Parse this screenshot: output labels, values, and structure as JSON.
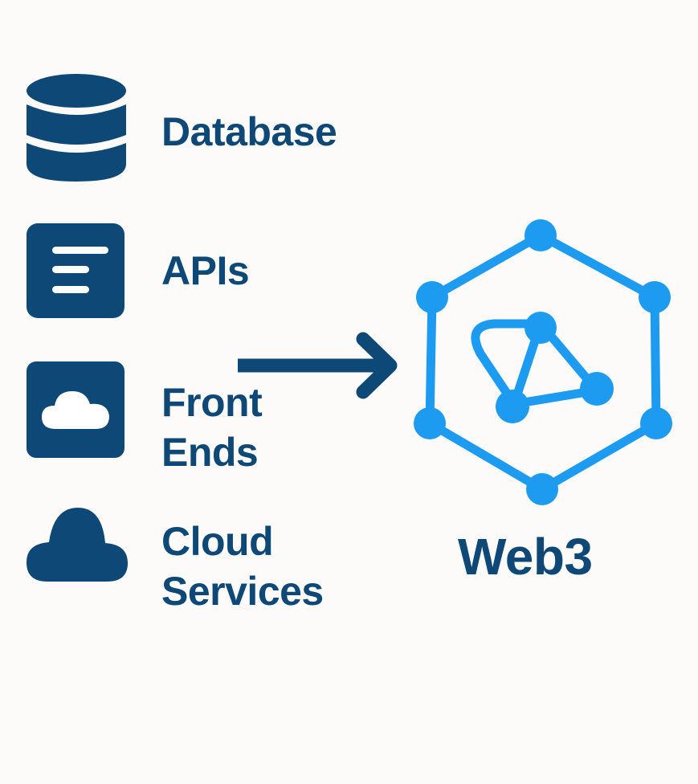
{
  "colors": {
    "navy": "#0e4876",
    "blue": "#1d9bf0",
    "background": "#fcfbfa"
  },
  "items": [
    {
      "label": "Database",
      "icon": "database-icon"
    },
    {
      "label": "APIs",
      "icon": "document-lines-icon"
    },
    {
      "label_line1": "Front",
      "label_line2": "Ends",
      "icon": "cloud-box-icon"
    },
    {
      "label_line1": "Cloud",
      "label_line2": "Services",
      "icon": "cloud-icon"
    }
  ],
  "arrow": {
    "icon": "arrow-right-icon"
  },
  "target": {
    "label": "Web3",
    "icon": "web3-network-hexagon-icon"
  }
}
